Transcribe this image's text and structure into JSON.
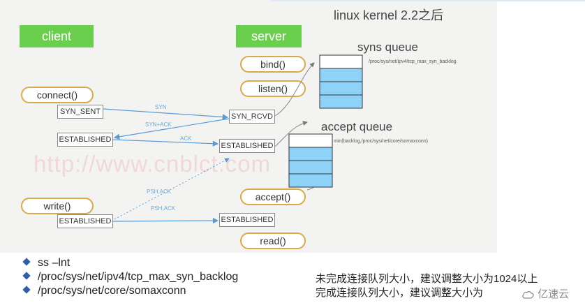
{
  "title": "linux  kernel 2.2之后",
  "headers": {
    "client": "client",
    "server": "server"
  },
  "server_steps": {
    "bind": "bind()",
    "listen": "listen()",
    "accept": "accept()",
    "read": "read()"
  },
  "client_steps": {
    "connect": "connect()",
    "write": "write()"
  },
  "states": {
    "syn_sent": "SYN_SENT",
    "client_established_1": "ESTABLISHED",
    "client_established_2": "ESTABLISHED",
    "syn_rcvd": "SYN_RCVD",
    "server_established_1": "ESTABLISHED",
    "server_established_2": "ESTABLISHED"
  },
  "arrows": {
    "syn": "SYN",
    "syn_ack": "SYN+ACK",
    "ack": "ACK",
    "psh_ack_1": "PSH,ACK",
    "psh_ack_2": "PSH,ACK"
  },
  "queues": {
    "syns_title": "syns queue",
    "syns_param": "/proc/sys/net/ipv4/tcp_max_syn_backlog",
    "accept_title": "accept queue",
    "accept_param": "min(backlog,/proc/sys/net/core/somaxconn)"
  },
  "watermark": "http://www.cnblct.com",
  "bullets": [
    {
      "text": "ss –lnt",
      "note": ""
    },
    {
      "text": "/proc/sys/net/ipv4/tcp_max_syn_backlog",
      "note": "未完成连接队列大小，建议调整大小为1024以上"
    },
    {
      "text": "/proc/sys/net/core/somaxconn",
      "note": "完成连接队列大小，建议调整大小为"
    }
  ],
  "logo": "亿速云",
  "colors": {
    "header_green": "#6bcf4e",
    "pill_border": "#d9a94a",
    "queue_blue": "#8ed3f7",
    "arrow_blue": "#6aa9d8",
    "bullet_blue": "#2f5fa8"
  }
}
